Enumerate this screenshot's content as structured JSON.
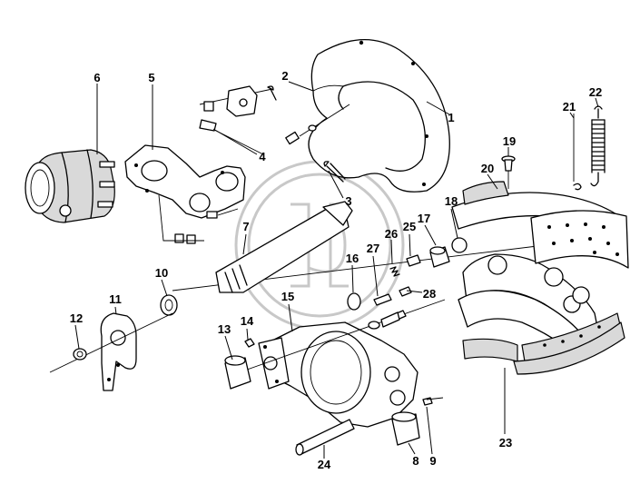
{
  "diagram": {
    "callouts": [
      {
        "id": "1",
        "label": "1"
      },
      {
        "id": "2",
        "label": "2"
      },
      {
        "id": "3",
        "label": "3"
      },
      {
        "id": "4",
        "label": "4"
      },
      {
        "id": "5",
        "label": "5"
      },
      {
        "id": "6",
        "label": "6"
      },
      {
        "id": "7",
        "label": "7"
      },
      {
        "id": "8",
        "label": "8"
      },
      {
        "id": "9",
        "label": "9"
      },
      {
        "id": "10",
        "label": "10"
      },
      {
        "id": "11",
        "label": "11"
      },
      {
        "id": "12",
        "label": "12"
      },
      {
        "id": "13",
        "label": "13"
      },
      {
        "id": "14",
        "label": "14"
      },
      {
        "id": "15",
        "label": "15"
      },
      {
        "id": "16",
        "label": "16"
      },
      {
        "id": "17",
        "label": "17"
      },
      {
        "id": "18",
        "label": "18"
      },
      {
        "id": "19",
        "label": "19"
      },
      {
        "id": "20",
        "label": "20"
      },
      {
        "id": "21",
        "label": "21"
      },
      {
        "id": "22",
        "label": "22"
      },
      {
        "id": "23",
        "label": "23"
      },
      {
        "id": "24",
        "label": "24"
      },
      {
        "id": "25",
        "label": "25"
      },
      {
        "id": "26",
        "label": "26"
      },
      {
        "id": "27",
        "label": "27"
      },
      {
        "id": "28",
        "label": "28"
      }
    ],
    "watermark": "circular-logo-watermark",
    "line_color": "#000000",
    "watermark_color": "#c8c8c8"
  }
}
